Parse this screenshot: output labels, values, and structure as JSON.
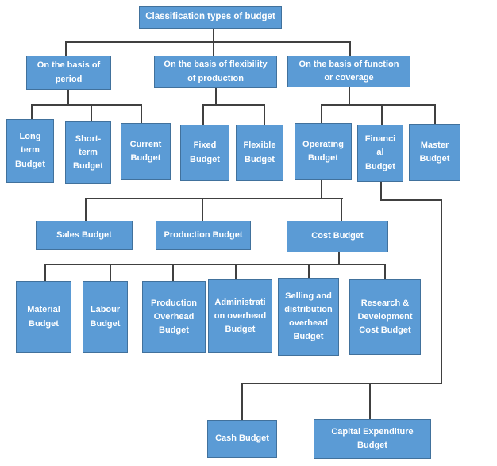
{
  "diagram": {
    "type": "flowchart-hierarchy",
    "title": "Classification types of budget",
    "colors": {
      "box_fill": "#5b9bd5",
      "box_border": "#41719c",
      "connector": "#404040",
      "text": "#ffffff",
      "background": "#ffffff"
    },
    "nodes": {
      "root": {
        "label": "Classification types of budget",
        "parent": null
      },
      "period": {
        "label": "On the basis of\nperiod",
        "parent": "root"
      },
      "flexibility": {
        "label": "On the basis of flexibility\nof production",
        "parent": "root"
      },
      "function": {
        "label": "On the basis of function\nor coverage",
        "parent": "root"
      },
      "long_term": {
        "label": "Long\nterm\nBudget",
        "parent": "period"
      },
      "short_term": {
        "label": "Short-\nterm\nBudget",
        "parent": "period"
      },
      "current": {
        "label": "Current\nBudget",
        "parent": "period"
      },
      "fixed": {
        "label": "Fixed\nBudget",
        "parent": "flexibility"
      },
      "flexible": {
        "label": "Flexible\nBudget",
        "parent": "flexibility"
      },
      "operating": {
        "label": "Operating\nBudget",
        "parent": "function"
      },
      "financial": {
        "label": "Financi\nal\nBudget",
        "parent": "function"
      },
      "master": {
        "label": "Master\nBudget",
        "parent": "function"
      },
      "sales": {
        "label": "Sales Budget",
        "parent": "operating"
      },
      "production": {
        "label": "Production Budget",
        "parent": "operating"
      },
      "cost": {
        "label": "Cost Budget",
        "parent": "operating"
      },
      "material": {
        "label": "Material\nBudget",
        "parent": "cost"
      },
      "labour": {
        "label": "Labour\nBudget",
        "parent": "cost"
      },
      "production_overhead": {
        "label": "Production\nOverhead\nBudget",
        "parent": "cost"
      },
      "administration_overhead": {
        "label": "Administrati\non overhead\nBudget",
        "parent": "cost"
      },
      "selling_distribution": {
        "label": "Selling and\ndistribution\noverhead\nBudget",
        "parent": "cost"
      },
      "research_development": {
        "label": "Research &\nDevelopment\nCost Budget",
        "parent": "cost"
      },
      "cash": {
        "label": "Cash Budget",
        "parent": "financial"
      },
      "capital_expenditure": {
        "label": "Capital Expenditure\nBudget",
        "parent": "financial"
      }
    }
  }
}
